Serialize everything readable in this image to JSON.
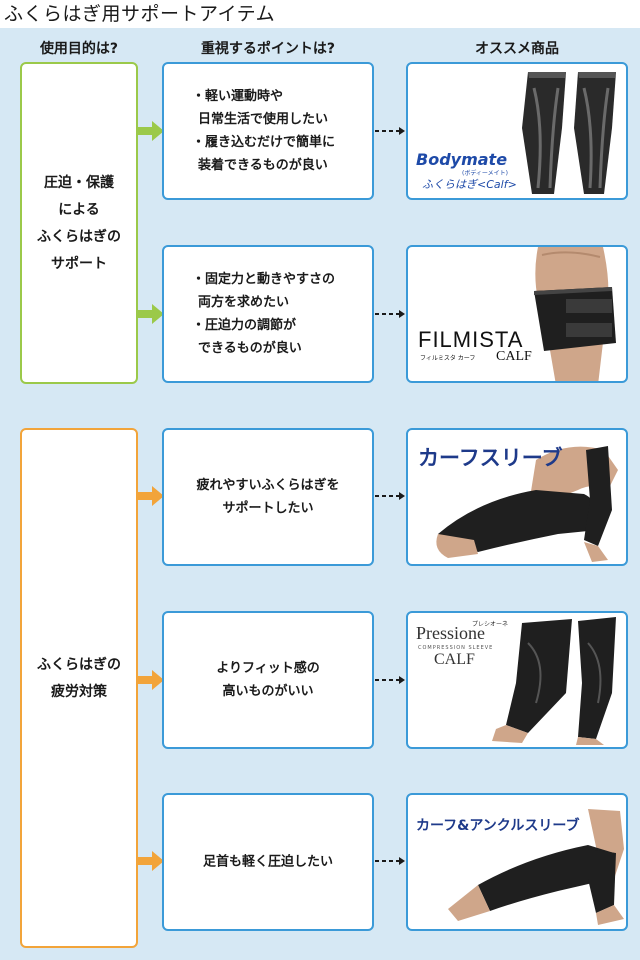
{
  "title": "ふくらはぎ用サポートアイテム",
  "headers": {
    "purpose": "使用目的は?",
    "points": "重視するポイントは?",
    "recommended": "オススメ商品"
  },
  "purposes": [
    {
      "lines": [
        "圧迫・保護",
        "による",
        "ふくらはぎの",
        "サポート"
      ]
    },
    {
      "lines": [
        "ふくらはぎの",
        "疲労対策"
      ]
    }
  ],
  "points": [
    {
      "lines": [
        "・軽い運動時や",
        "日常生活で使用したい",
        "・履き込むだけで簡単に",
        "装着できるものが良い"
      ]
    },
    {
      "lines": [
        "・固定力と動きやすさの",
        "両方を求めたい",
        "・圧迫力の調節が",
        "できるものが良い"
      ]
    },
    {
      "lines": [
        "疲れやすいふくらはぎを",
        "サポートしたい"
      ]
    },
    {
      "lines": [
        "よりフィット感の",
        "高いものがいい"
      ]
    },
    {
      "lines": [
        "足首も軽く圧迫したい"
      ]
    }
  ],
  "products": [
    {
      "brand": "Bodymate",
      "brand_sub": "(ボディーメイト)",
      "name": "ふくらはぎ<Calf>"
    },
    {
      "brand": "FILMISTA",
      "brand_sub": "フィルミスタ カーフ",
      "name": "CALF"
    },
    {
      "brand": "カーフスリーブ"
    },
    {
      "brand": "Pressione",
      "brand_sub": "COMPRESSION SLEEVE",
      "brand_kana": "プレシオーネ",
      "name": "CALF"
    },
    {
      "brand": "カーフ&アンクルスリーブ"
    }
  ],
  "colors": {
    "panel": "#d6e8f4",
    "border_blue": "#3b9ad8",
    "green": "#9bc94a",
    "orange": "#f2a43a"
  }
}
